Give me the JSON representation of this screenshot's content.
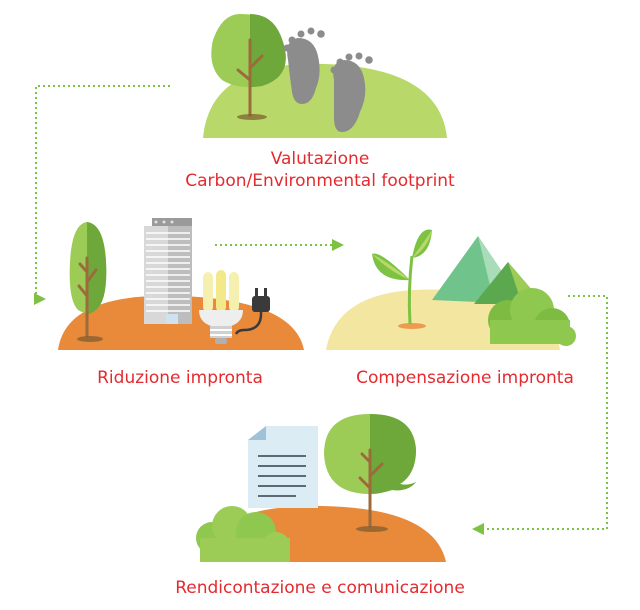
{
  "steps": {
    "valutazione": {
      "line1": "Valutazione",
      "line2": "Carbon/Environmental footprint"
    },
    "riduzione": {
      "label": "Riduzione impronta"
    },
    "compensazione": {
      "label": "Compensazione impronta"
    },
    "rendicontazione": {
      "label": "Rendicontazione e comunicazione"
    }
  },
  "colors": {
    "label_text": "#e52a2f",
    "arrow": "#7dc242",
    "hill_green": "#b8d96a",
    "hill_orange": "#e9893a",
    "hill_sand": "#f3e6a0",
    "tree_light": "#9ccc56",
    "tree_dark": "#6ea83a",
    "trunk": "#9c6b3c",
    "footprint": "#8c8c8c",
    "building": "#c4c4c4",
    "bulb": "#f6f0b0",
    "mountain": "#6fc38b",
    "document": "#dcecf5"
  },
  "icons": [
    "tree-icon",
    "footprints-icon",
    "building-icon",
    "light-bulb-icon",
    "power-plug-icon",
    "sprout-icon",
    "mountains-icon",
    "bush-icon",
    "document-icon",
    "speech-bubble-tree-icon"
  ]
}
